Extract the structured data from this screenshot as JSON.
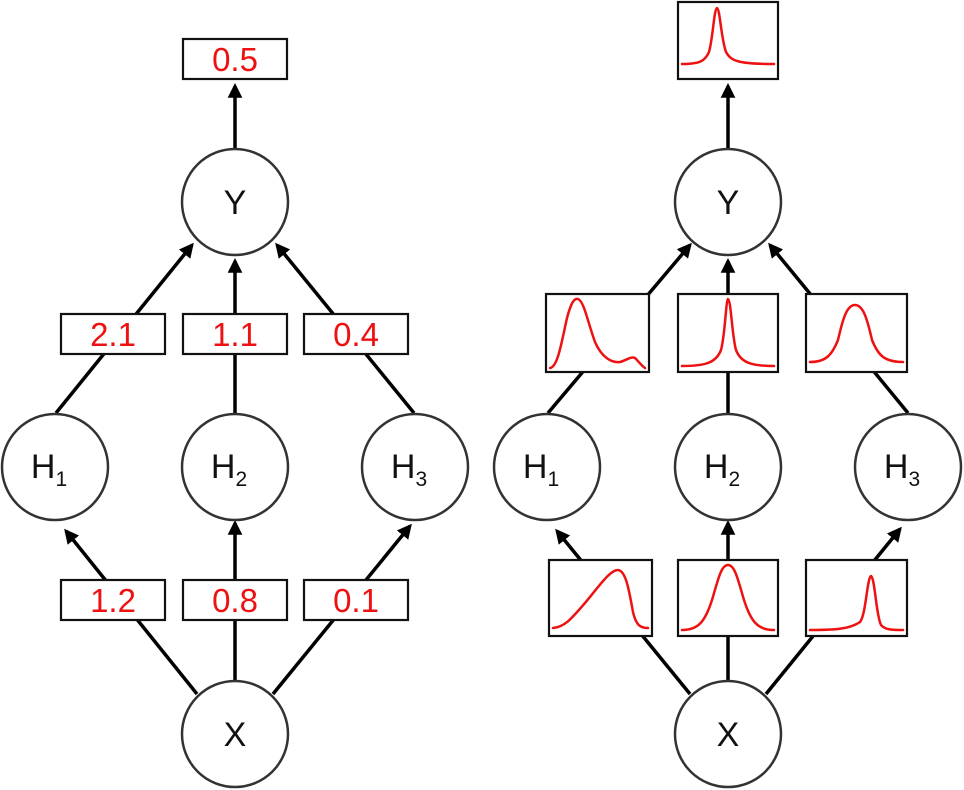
{
  "colors": {
    "weight": "#ee1111",
    "edge": "#000000",
    "node_stroke": "#333333"
  },
  "nodes": {
    "y": "Y",
    "x": "X",
    "h_letter": "H",
    "h1_sub": "1",
    "h2_sub": "2",
    "h3_sub": "3"
  },
  "left": {
    "output": "0.5",
    "hidden_to_output": [
      "2.1",
      "1.1",
      "0.4"
    ],
    "input_to_hidden": [
      "1.2",
      "0.8",
      "0.1"
    ]
  },
  "right": {
    "distributions": {
      "output": "peaked-narrow",
      "hidden_to_output": [
        "skewed-right-with-tail-bump",
        "peaked-narrow",
        "bell-centered"
      ],
      "input_to_hidden": [
        "skewed-left",
        "bell-centered",
        "peaked-right"
      ]
    }
  }
}
